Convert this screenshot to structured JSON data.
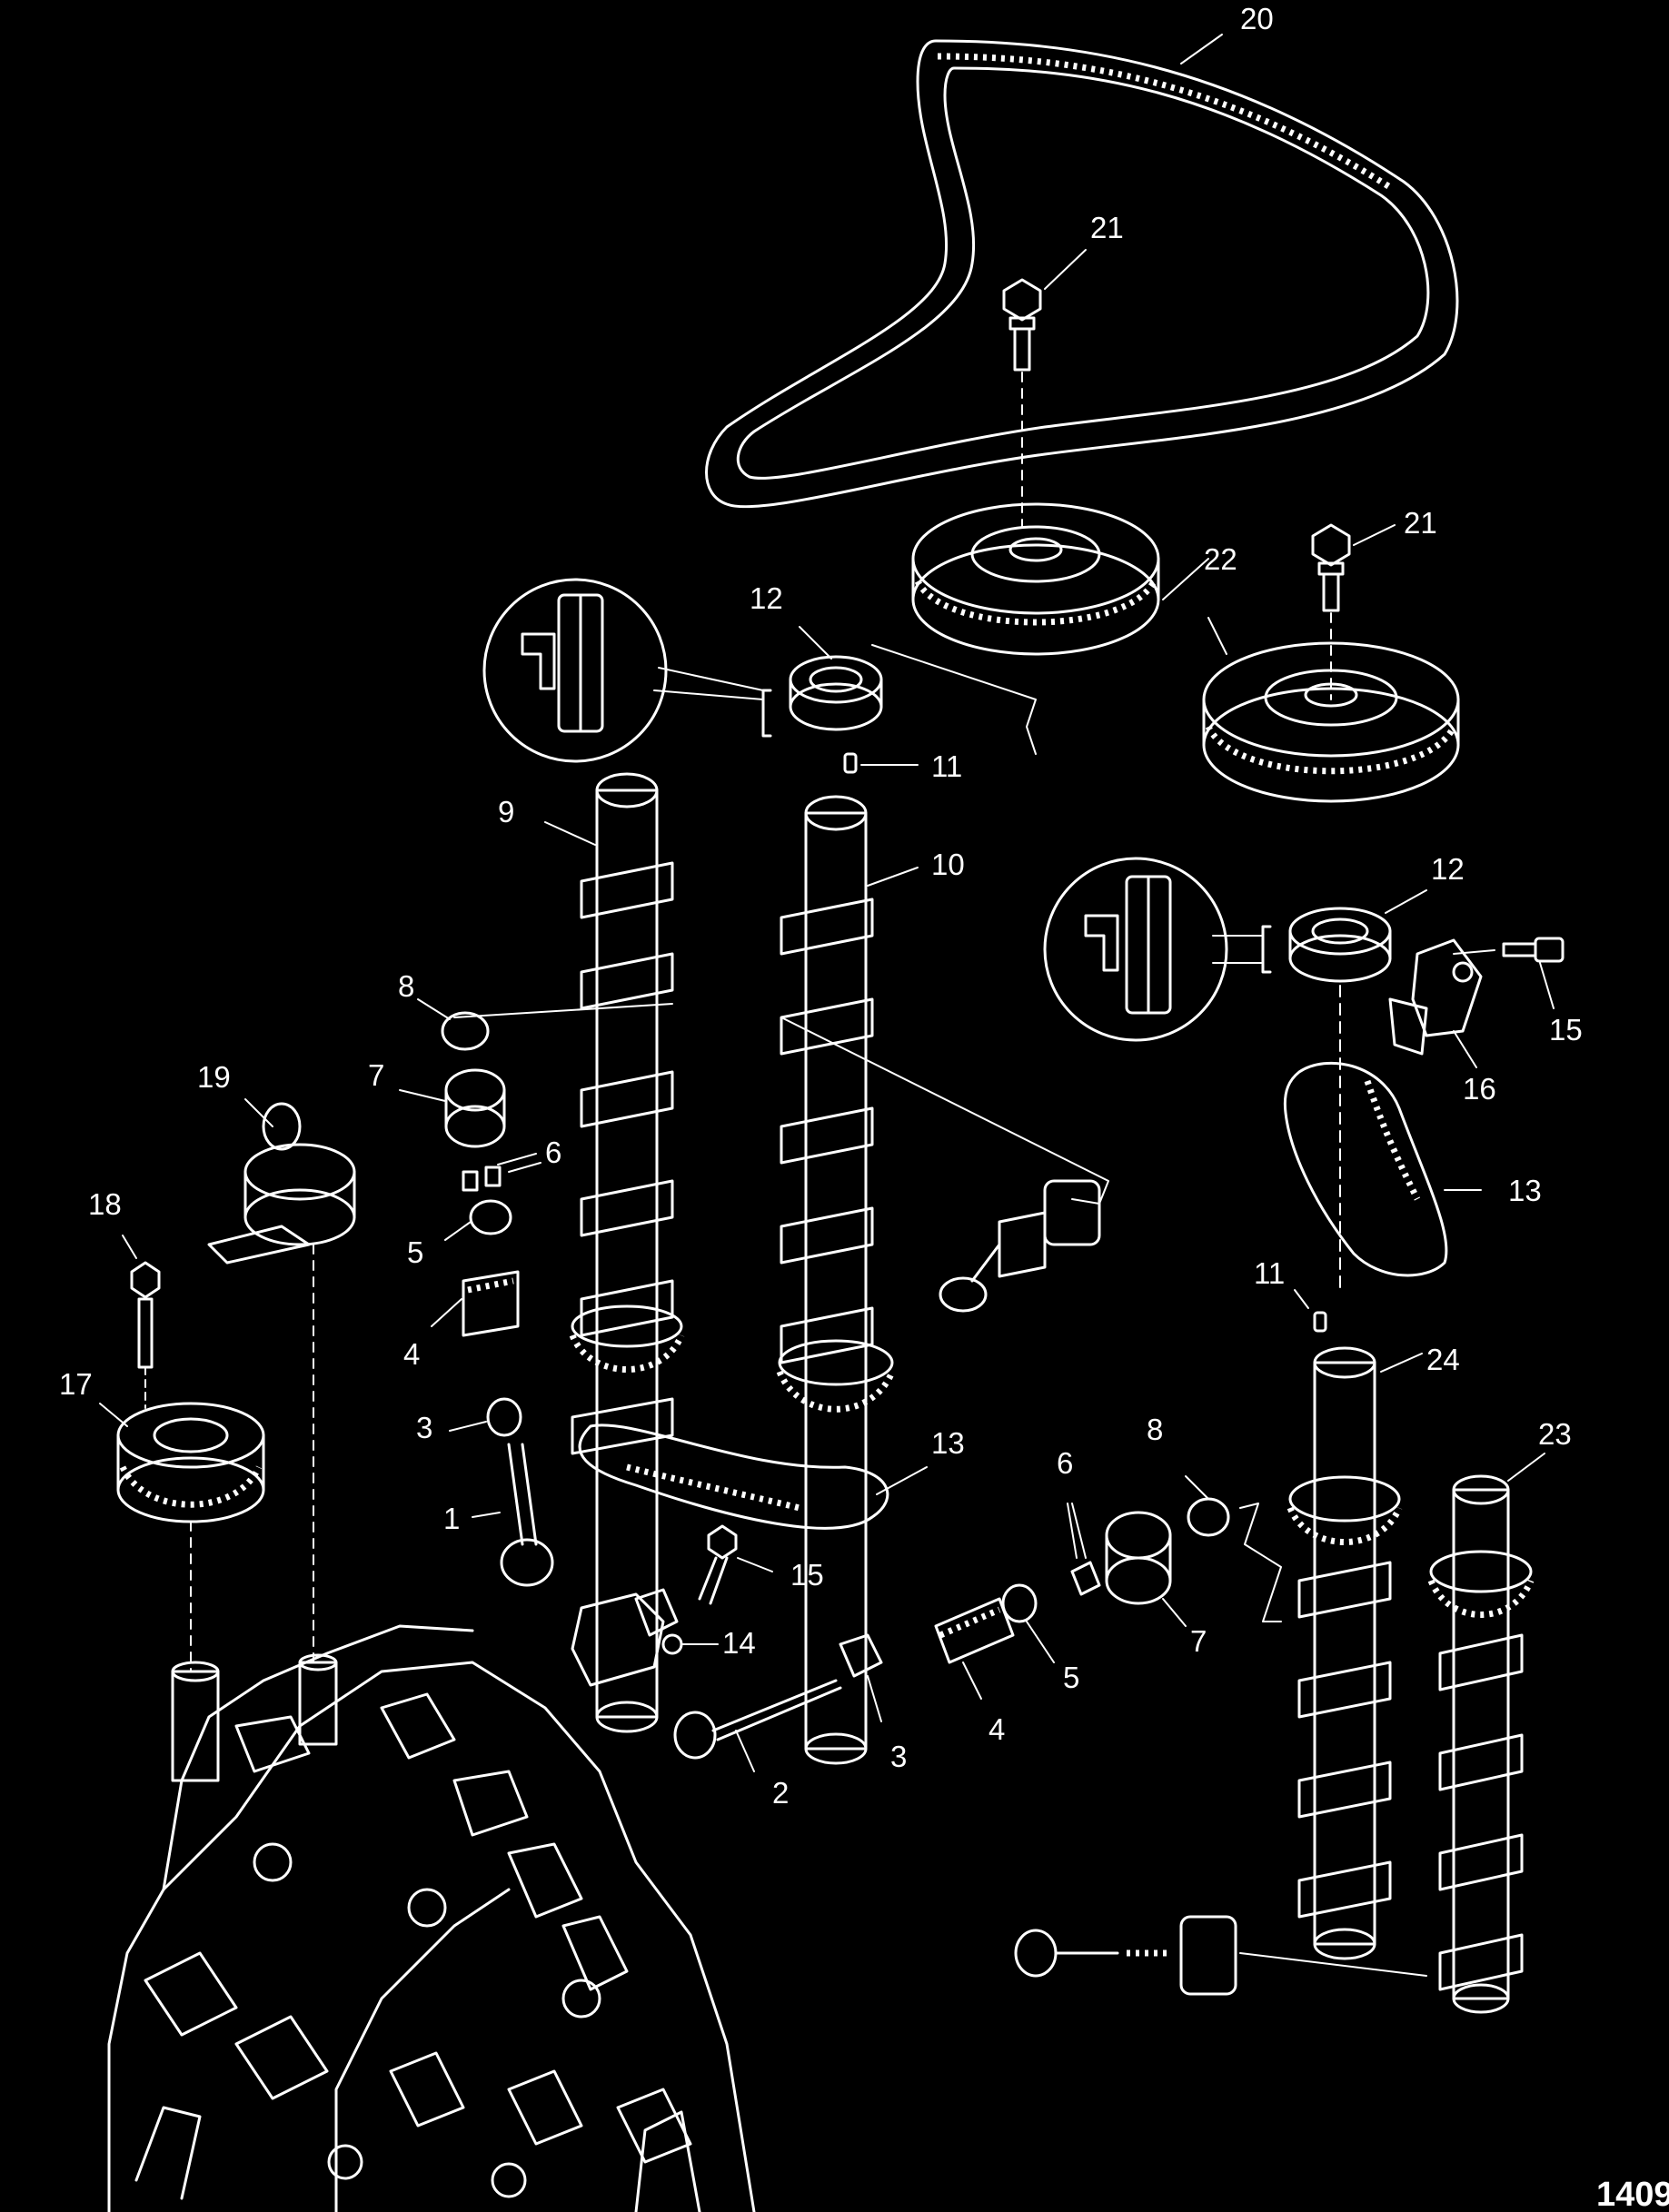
{
  "figure_number": "1409",
  "callouts": [
    {
      "id": "c20a",
      "label": "20"
    },
    {
      "id": "c21a",
      "label": "21"
    },
    {
      "id": "c21b",
      "label": "21"
    },
    {
      "id": "c22",
      "label": "22"
    },
    {
      "id": "c12a",
      "label": "12"
    },
    {
      "id": "c11a",
      "label": "11"
    },
    {
      "id": "c9",
      "label": "9"
    },
    {
      "id": "c10",
      "label": "10"
    },
    {
      "id": "c12b",
      "label": "12"
    },
    {
      "id": "c15a",
      "label": "15"
    },
    {
      "id": "c16",
      "label": "16"
    },
    {
      "id": "c8a",
      "label": "8"
    },
    {
      "id": "c19",
      "label": "19"
    },
    {
      "id": "c7a",
      "label": "7"
    },
    {
      "id": "c6a",
      "label": "6"
    },
    {
      "id": "c13a",
      "label": "13"
    },
    {
      "id": "c18",
      "label": "18"
    },
    {
      "id": "c5a",
      "label": "5"
    },
    {
      "id": "c11b",
      "label": "11"
    },
    {
      "id": "c24",
      "label": "24"
    },
    {
      "id": "c4a",
      "label": "4"
    },
    {
      "id": "c17",
      "label": "17"
    },
    {
      "id": "c3a",
      "label": "3"
    },
    {
      "id": "c13b",
      "label": "13"
    },
    {
      "id": "c8b",
      "label": "8"
    },
    {
      "id": "c23",
      "label": "23"
    },
    {
      "id": "c6b",
      "label": "6"
    },
    {
      "id": "c1",
      "label": "1"
    },
    {
      "id": "c15b",
      "label": "15"
    },
    {
      "id": "c14",
      "label": "14"
    },
    {
      "id": "c7b",
      "label": "7"
    },
    {
      "id": "c5b",
      "label": "5"
    },
    {
      "id": "c3b",
      "label": "3"
    },
    {
      "id": "c4b",
      "label": "4"
    },
    {
      "id": "c2",
      "label": "2"
    }
  ]
}
